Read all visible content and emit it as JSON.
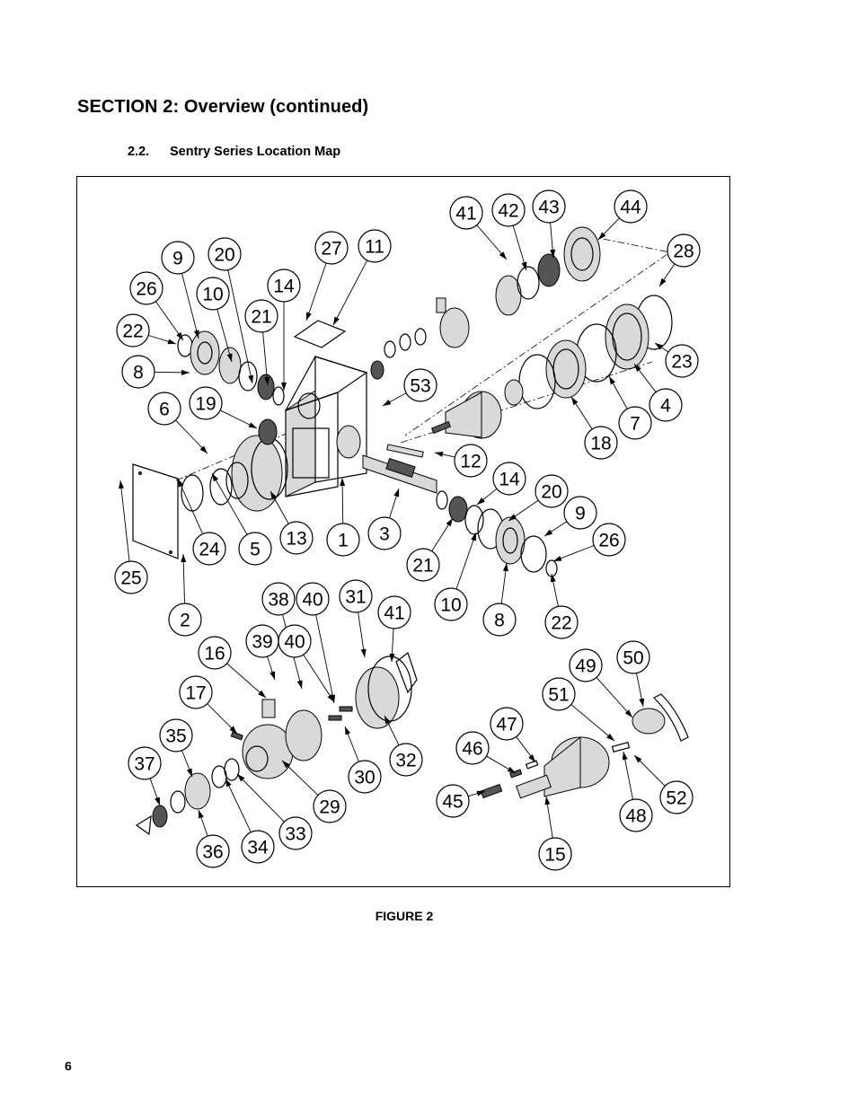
{
  "document": {
    "section_title": "SECTION 2:  Overview (continued)",
    "subsection_number": "2.2.",
    "subsection_title": "Sentry Series Location Map",
    "figure_caption": "FIGURE 2",
    "page_number": "6"
  },
  "figure": {
    "part_callouts": [
      {
        "label": "41"
      },
      {
        "label": "42"
      },
      {
        "label": "43"
      },
      {
        "label": "44"
      },
      {
        "label": "28"
      },
      {
        "label": "27"
      },
      {
        "label": "11"
      },
      {
        "label": "9"
      },
      {
        "label": "20"
      },
      {
        "label": "26"
      },
      {
        "label": "10"
      },
      {
        "label": "14"
      },
      {
        "label": "21"
      },
      {
        "label": "22"
      },
      {
        "label": "8"
      },
      {
        "label": "23"
      },
      {
        "label": "53"
      },
      {
        "label": "19"
      },
      {
        "label": "6"
      },
      {
        "label": "4"
      },
      {
        "label": "7"
      },
      {
        "label": "18"
      },
      {
        "label": "12"
      },
      {
        "label": "14"
      },
      {
        "label": "20"
      },
      {
        "label": "9"
      },
      {
        "label": "26"
      },
      {
        "label": "25"
      },
      {
        "label": "24"
      },
      {
        "label": "5"
      },
      {
        "label": "13"
      },
      {
        "label": "1"
      },
      {
        "label": "3"
      },
      {
        "label": "21"
      },
      {
        "label": "10"
      },
      {
        "label": "8"
      },
      {
        "label": "22"
      },
      {
        "label": "2"
      },
      {
        "label": "38"
      },
      {
        "label": "40"
      },
      {
        "label": "31"
      },
      {
        "label": "41"
      },
      {
        "label": "39"
      },
      {
        "label": "40"
      },
      {
        "label": "16"
      },
      {
        "label": "17"
      },
      {
        "label": "35"
      },
      {
        "label": "37"
      },
      {
        "label": "30"
      },
      {
        "label": "32"
      },
      {
        "label": "29"
      },
      {
        "label": "33"
      },
      {
        "label": "36"
      },
      {
        "label": "34"
      },
      {
        "label": "50"
      },
      {
        "label": "49"
      },
      {
        "label": "51"
      },
      {
        "label": "47"
      },
      {
        "label": "46"
      },
      {
        "label": "45"
      },
      {
        "label": "52"
      },
      {
        "label": "48"
      },
      {
        "label": "15"
      }
    ]
  }
}
